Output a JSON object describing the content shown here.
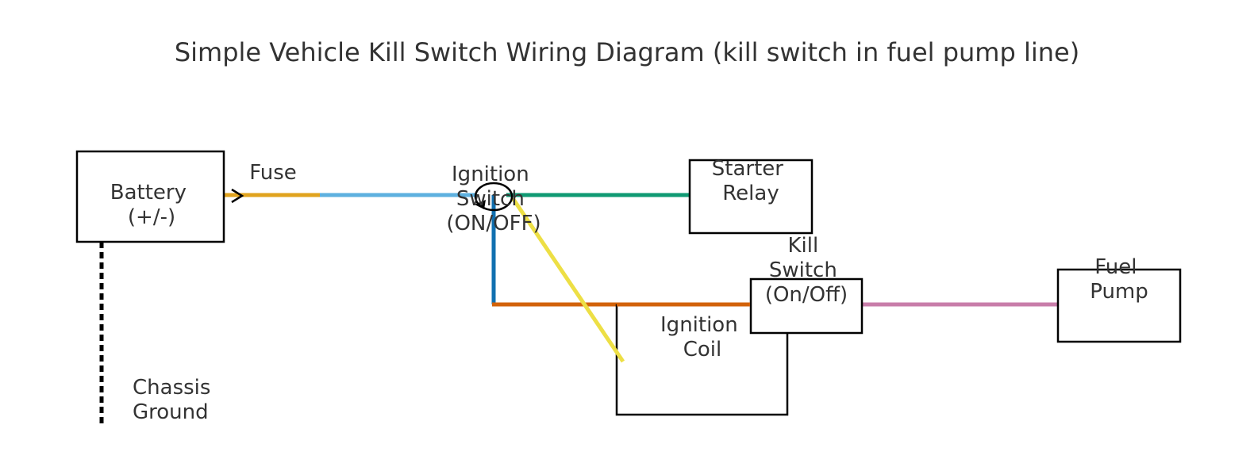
{
  "title": "Simple Vehicle Kill Switch Wiring Diagram (kill switch in fuel pump line)",
  "components": {
    "battery": [
      "Battery",
      "(+/-)"
    ],
    "fuse": [
      "Fuse"
    ],
    "ignition_switch": [
      "Ignition",
      "Switch",
      "(ON/OFF)"
    ],
    "starter_relay": [
      "Starter",
      "Relay"
    ],
    "kill_switch": [
      "Kill",
      "Switch",
      "(On/Off)"
    ],
    "fuel_pump": [
      "Fuel",
      "Pump"
    ],
    "ignition_coil": [
      "Ignition",
      "Coil"
    ],
    "chassis_ground": [
      "Chassis",
      "Ground"
    ]
  },
  "wire_colors": {
    "battery_to_fuse": "#E0A31E",
    "fuse_to_ignition": "#5DB0DF",
    "ignition_to_starter": "#0F9A73",
    "ignition_down": "#1170B0",
    "ignition_to_kill": "#D2620A",
    "ignition_to_coil": "#EDDF45",
    "kill_to_pump": "#C87DA9",
    "ground": "#000000"
  }
}
